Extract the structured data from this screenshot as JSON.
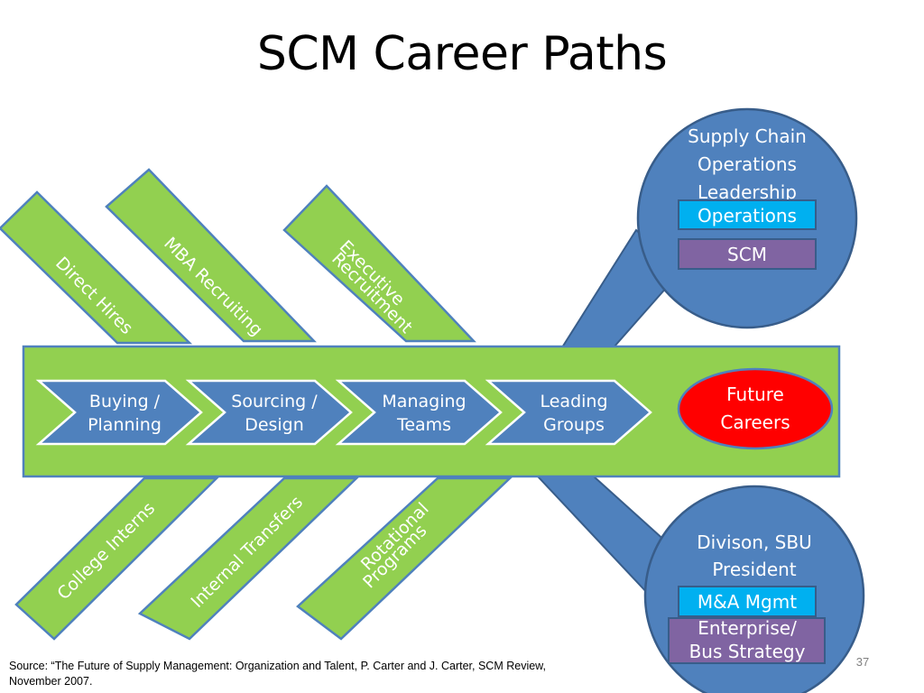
{
  "title": "SCM Career Paths",
  "colors": {
    "bar_green": "#92D050",
    "node_blue": "#4F81BD",
    "node_border": "#385D8A",
    "future_red": "#FF0000",
    "operations_cyan": "#00B0F0",
    "scm_purple": "#8064A2"
  },
  "top_branches": [
    {
      "id": "direct-hires",
      "lines": [
        "Direct Hires"
      ]
    },
    {
      "id": "mba-recruiting",
      "lines": [
        "MBA Recruiting"
      ]
    },
    {
      "id": "executive-recruitment",
      "lines": [
        "Executive",
        "Recruitment"
      ]
    }
  ],
  "bottom_branches": [
    {
      "id": "college-interns",
      "lines": [
        "College Interns"
      ]
    },
    {
      "id": "internal-transfers",
      "lines": [
        "Internal Transfers"
      ]
    },
    {
      "id": "rotational-programs",
      "lines": [
        "Rotational",
        "Programs"
      ]
    }
  ],
  "stages": [
    {
      "id": "buying-planning",
      "lines": [
        "Buying /",
        "Planning"
      ]
    },
    {
      "id": "sourcing-design",
      "lines": [
        "Sourcing /",
        "Design"
      ]
    },
    {
      "id": "managing-teams",
      "lines": [
        "Managing",
        "Teams"
      ]
    },
    {
      "id": "leading-groups",
      "lines": [
        "Leading",
        "Groups"
      ]
    }
  ],
  "future": {
    "lines": [
      "Future",
      "Careers"
    ]
  },
  "top_outcome": {
    "lines": [
      "Supply Chain",
      "Operations",
      "Leadership"
    ],
    "tags": [
      "Operations",
      "SCM"
    ]
  },
  "bottom_outcome": {
    "lines": [
      "Divison, SBU",
      "President"
    ],
    "tags": [
      "M&A Mgmt",
      "Enterprise/\nBus Strategy"
    ]
  },
  "source": "Source:  “The Future of Supply Management:  Organization and Talent, P. Carter and J. Carter, SCM Review, November 2007.",
  "slide_number": "37"
}
